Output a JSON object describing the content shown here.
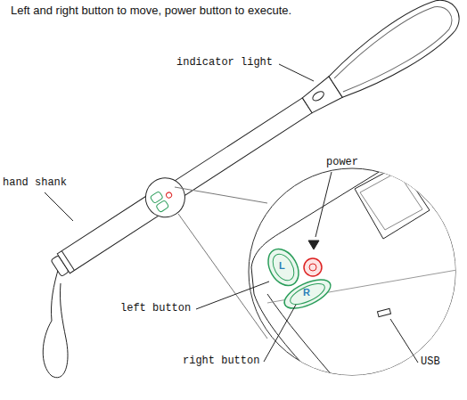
{
  "diagram": {
    "title": "Left and right button to move, power button to execute.",
    "labels": [
      "indicator light",
      "hand shank",
      "power",
      "left button",
      "right button",
      "USB",
      "L",
      "R"
    ]
  }
}
